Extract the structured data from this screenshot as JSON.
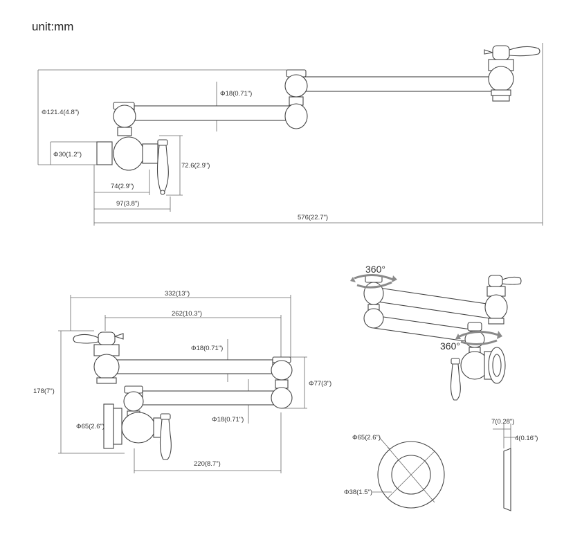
{
  "unit_label": "unit:mm",
  "top_view": {
    "dia_121": "Φ121.4(4.8\")",
    "dia_30": "Φ30(1.2\")",
    "dia_18": "Φ18(0.71\")",
    "h_72": "72.6(2.9\")",
    "w_74": "74(2.9\")",
    "w_97": "97(3.8\")",
    "w_576": "576(22.7\")"
  },
  "folded_view": {
    "w_332": "332(13\")",
    "w_262": "262(10.3\")",
    "dia_18_upper": "Φ18(0.71\")",
    "dia_18_lower": "Φ18(0.71\")",
    "dia_77": "Φ77(3\")",
    "h_178": "178(7\")",
    "dia_65": "Φ65(2.6\")",
    "w_220": "220(8.7\")"
  },
  "rotation_view": {
    "rot_top": "360°",
    "rot_bottom": "360°"
  },
  "flange_view": {
    "dia_65": "Φ65(2.6\")",
    "dia_38": "Φ38(1.5\")",
    "thk_7": "7(0.28\")",
    "thk_4": "4(0.16\")"
  }
}
